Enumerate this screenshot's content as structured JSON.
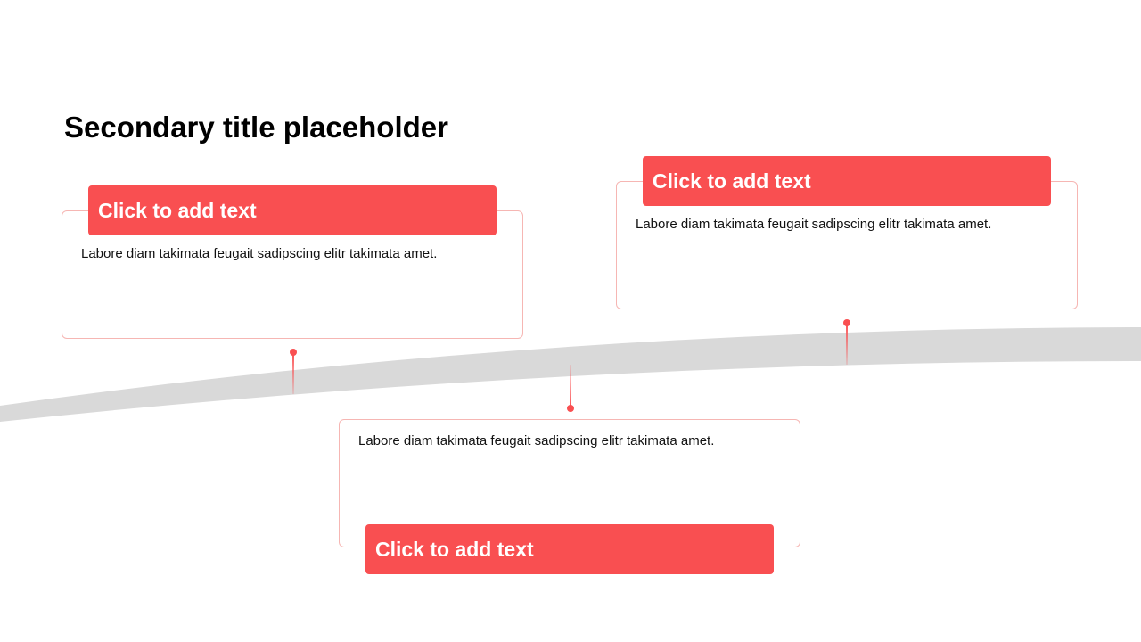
{
  "slide": {
    "title": "Secondary title placeholder"
  },
  "cards": [
    {
      "header": "Click to add text",
      "body": "Labore diam takimata feugait sadipscing elitr takimata amet."
    },
    {
      "header": "Click to add text",
      "body": "Labore diam takimata feugait sadipscing elitr takimata amet."
    },
    {
      "header": "Click to add text",
      "body": "Labore diam takimata feugait sadipscing elitr takimata amet."
    }
  ],
  "colors": {
    "accent": "#f94f51",
    "card_border": "#f6b6b3",
    "curve": "#d9d9d9",
    "background": "#ffffff",
    "title_text": "#000000"
  }
}
